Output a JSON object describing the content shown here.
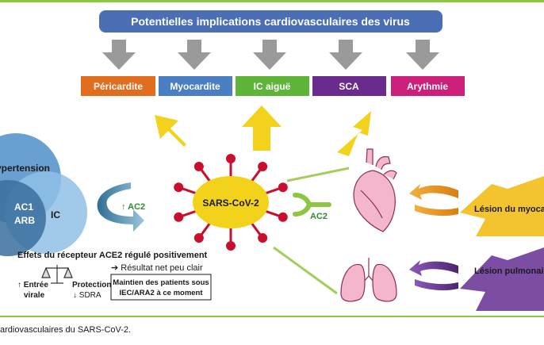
{
  "banner": {
    "title": "Potentielles implications cardiovasculaires des virus"
  },
  "categories": [
    {
      "label": "Péricardite",
      "color": "#e06e1e"
    },
    {
      "label": "Myocardite",
      "color": "#4a7fc4"
    },
    {
      "label": "IC aiguë",
      "color": "#5fb43a"
    },
    {
      "label": "SCA",
      "color": "#6a2c8c"
    },
    {
      "label": "Arythmie",
      "color": "#cc1f7a"
    }
  ],
  "venn": {
    "hypertension": "ypertension",
    "ac1": "AC1",
    "arb": "ARB",
    "ic": "IC"
  },
  "virus": {
    "label": "SARS-CoV-2"
  },
  "receptor": {
    "left_label": "↑ AC2",
    "right_label": "AC2"
  },
  "effects": {
    "title": "Effets du récepteur ACE2 régulé positivement",
    "result": "➔ Résultat net peu clair",
    "entry_line1": "↑ Entrée",
    "entry_line2": "virale",
    "protection_line1": "Protection",
    "protection_line2": "↓ SDRA",
    "box_line1": "Maintien des patients sous",
    "box_line2": "IEC/ARA2 à ce moment"
  },
  "lesions": {
    "myocardial": "Lésion du myoca",
    "pulmonary": "Lésion pulmonai"
  },
  "caption": "ardiovasculaires du SARS-CoV-2.",
  "colors": {
    "banner": "#4a6fb5",
    "arrow_gray": "#9a9a9a",
    "yellow": "#f2d21b",
    "virus_spike": "#c8102e",
    "receptor_green": "#8dc63f",
    "teal": "#4a8bb0",
    "orange": "#e8921e",
    "purple": "#6a2c8c",
    "lesion_yellow": "#f4c430",
    "lesion_purple": "#7b4ea3",
    "border_green": "#8dc63f"
  }
}
